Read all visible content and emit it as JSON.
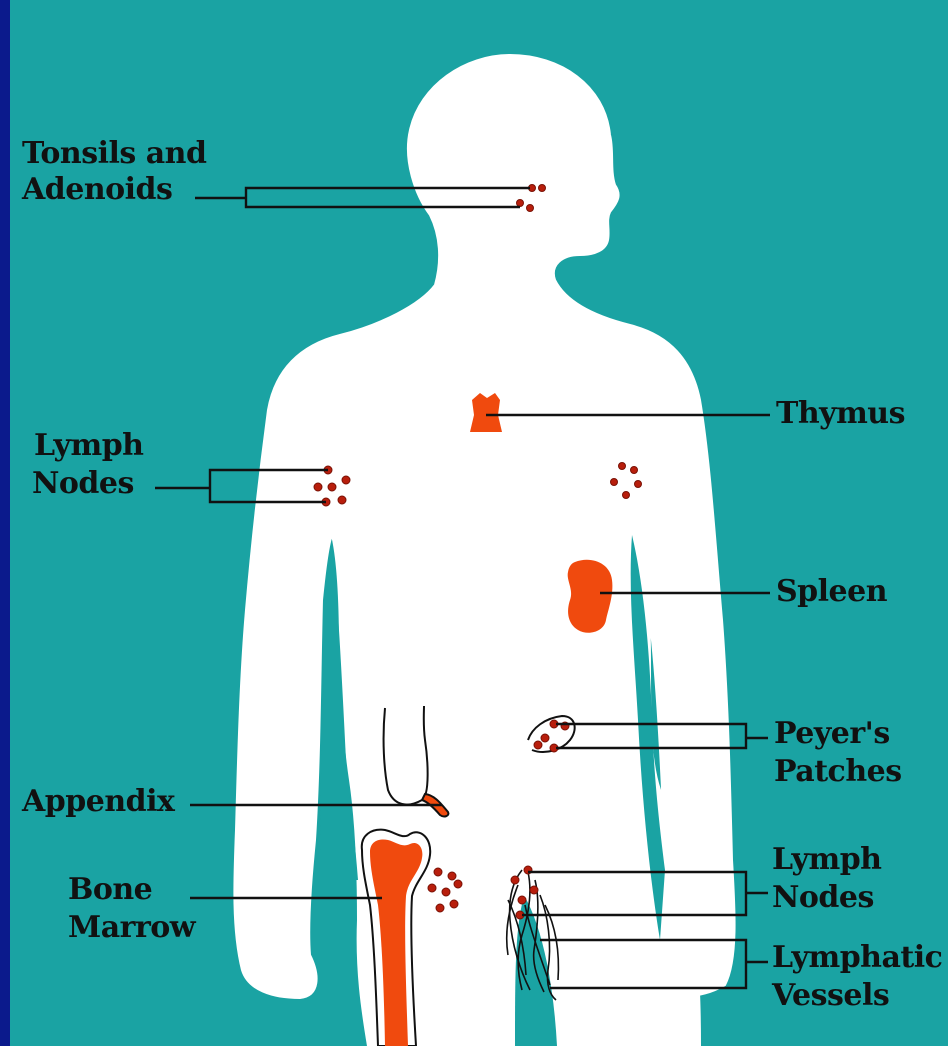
{
  "diagram": {
    "labels": {
      "tonsils_line1": "Tonsils and",
      "tonsils_line2": "Adenoids",
      "thymus": "Thymus",
      "lymph_nodes_upper_line1": "Lymph",
      "lymph_nodes_upper_line2": "Nodes",
      "spleen": "Spleen",
      "peyers_line1": "Peyer's",
      "peyers_line2": "Patches",
      "appendix": "Appendix",
      "bone_marrow_line1": "Bone",
      "bone_marrow_line2": "Marrow",
      "lymph_nodes_lower_line1": "Lymph",
      "lymph_nodes_lower_line2": "Nodes",
      "lymphatic_line1": "Lymphatic",
      "lymphatic_line2": "Vessels"
    },
    "colors": {
      "border": "#0b1a8c",
      "background": "#1aa3a3",
      "body": "#ffffff",
      "organ": "#f04a0e",
      "node": "#b81e0c",
      "line": "#111111"
    }
  }
}
